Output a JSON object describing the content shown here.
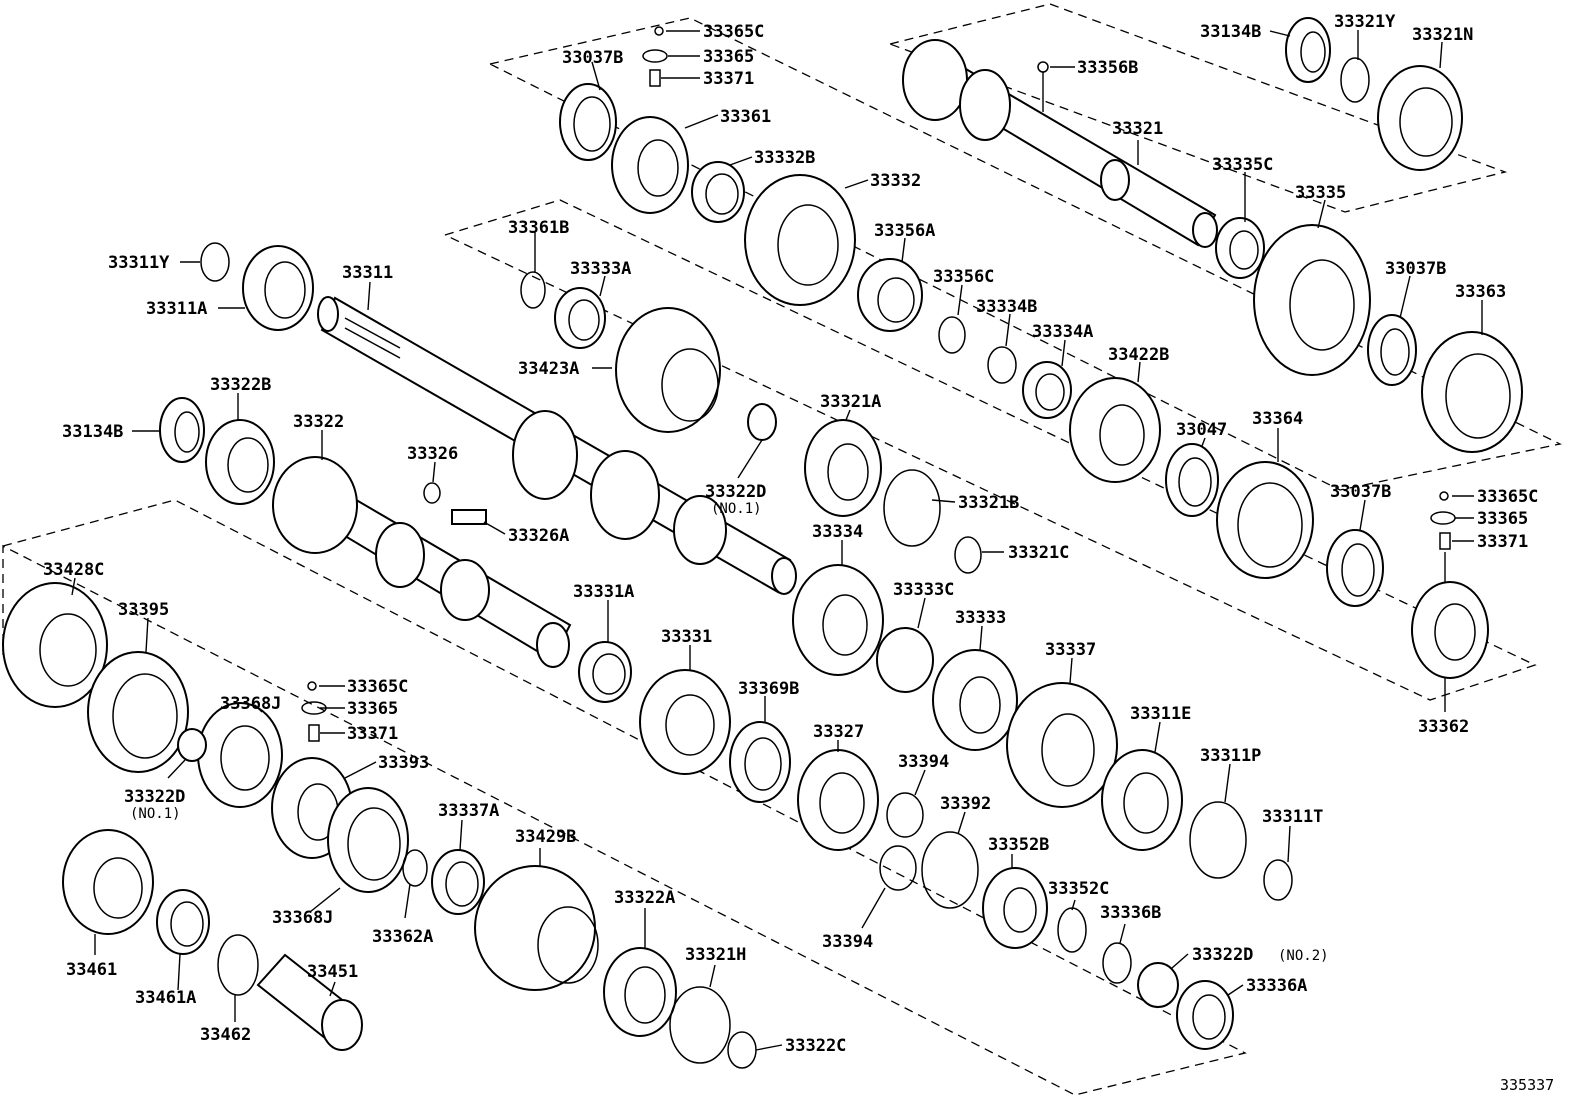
{
  "diagram_code": "335337",
  "labels": {
    "l33365C_a": "33365C",
    "l33365_a": "33365",
    "l33371_a": "33371",
    "l33037B_a": "33037B",
    "l33361": "33361",
    "l33332B": "33332B",
    "l33332": "33332",
    "l33356B": "33356B",
    "l33321": "33321",
    "l33134B_a": "33134B",
    "l33321Y": "33321Y",
    "l33321N": "33321N",
    "l33335C": "33335C",
    "l33335": "33335",
    "l33037B_b": "33037B",
    "l33363": "33363",
    "l33311Y": "33311Y",
    "l33311A": "33311A",
    "l33311": "33311",
    "l33361B": "33361B",
    "l33333A": "33333A",
    "l33423A": "33423A",
    "l33356A": "33356A",
    "l33356C": "33356C",
    "l33334B": "33334B",
    "l33334A": "33334A",
    "l33422B": "33422B",
    "l33047": "33047",
    "l33364": "33364",
    "l33134B_b": "33134B",
    "l33322B": "33322B",
    "l33322": "33322",
    "l33326": "33326",
    "l33326A": "33326A",
    "l33322D_a": "33322D",
    "l33322D_a_sub": "(NO.1)",
    "l33321A": "33321A",
    "l33321B": "33321B",
    "l33321C": "33321C",
    "l33334": "33334",
    "l33037B_c": "33037B",
    "l33365C_b": "33365C",
    "l33365_b": "33365",
    "l33371_b": "33371",
    "l33428C": "33428C",
    "l33395": "33395",
    "l33331A": "33331A",
    "l33331": "33331",
    "l33333C": "33333C",
    "l33333": "33333",
    "l33337": "33337",
    "l33362": "33362",
    "l33368J_a": "33368J",
    "l33365C_c": "33365C",
    "l33365_c": "33365",
    "l33371_c": "33371",
    "l33393": "33393",
    "l33369B": "33369B",
    "l33327": "33327",
    "l33394_a": "33394",
    "l33311E": "33311E",
    "l33311P": "33311P",
    "l33322D_b": "33322D",
    "l33322D_b_sub": "(NO.1)",
    "l33392": "33392",
    "l33311T": "33311T",
    "l33337A": "33337A",
    "l33429B": "33429B",
    "l33352B": "33352B",
    "l33352C": "33352C",
    "l33368J_b": "33368J",
    "l33362A": "33362A",
    "l33322A": "33322A",
    "l33336B": "33336B",
    "l33461": "33461",
    "l33451": "33451",
    "l33321H": "33321H",
    "l33322D_c": "33322D",
    "l33322D_c_sub": "(NO.2)",
    "l33394_b": "33394",
    "l33461A": "33461A",
    "l33336A": "33336A",
    "l33462": "33462",
    "l33322C": "33322C"
  }
}
